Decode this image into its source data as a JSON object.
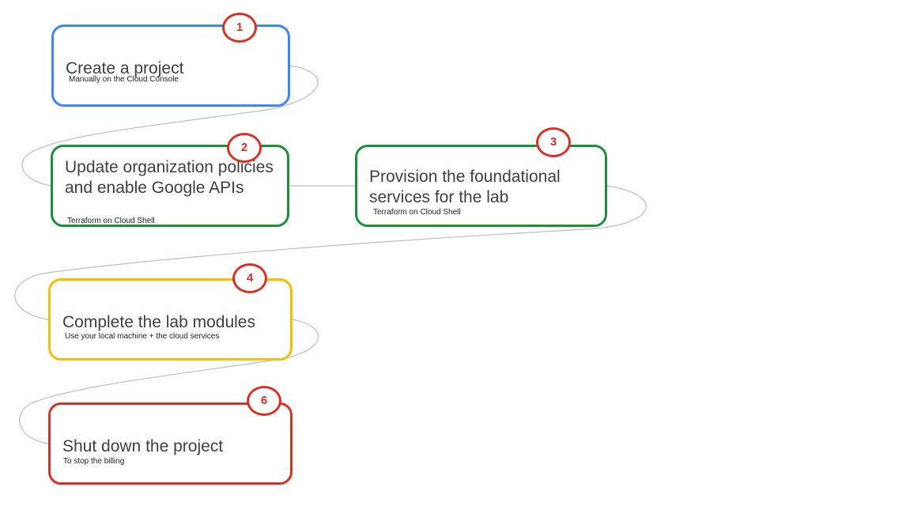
{
  "colors": {
    "blue": "#4285f4",
    "green": "#1e8e3e",
    "yellow": "#fbbc04",
    "red": "#d93025",
    "connector": "#bdbdbd"
  },
  "steps": [
    {
      "number": "1",
      "title": "Create a project",
      "subtitle": "Manually on the Cloud Console",
      "color": "#4285f4"
    },
    {
      "number": "2",
      "title": "Update organization policies and enable Google APIs",
      "subtitle": "Terraform on Cloud Shell",
      "color": "#1e8e3e"
    },
    {
      "number": "3",
      "title": "Provision the foundational services for the lab",
      "subtitle": "Terraform on Cloud Shell",
      "color": "#1e8e3e"
    },
    {
      "number": "4",
      "title": "Complete the lab modules",
      "subtitle": "Use your local machine + the cloud services",
      "color": "#fbbc04"
    },
    {
      "number": "6",
      "title": "Shut down the project",
      "subtitle": "To stop the billing",
      "color": "#d93025"
    }
  ]
}
